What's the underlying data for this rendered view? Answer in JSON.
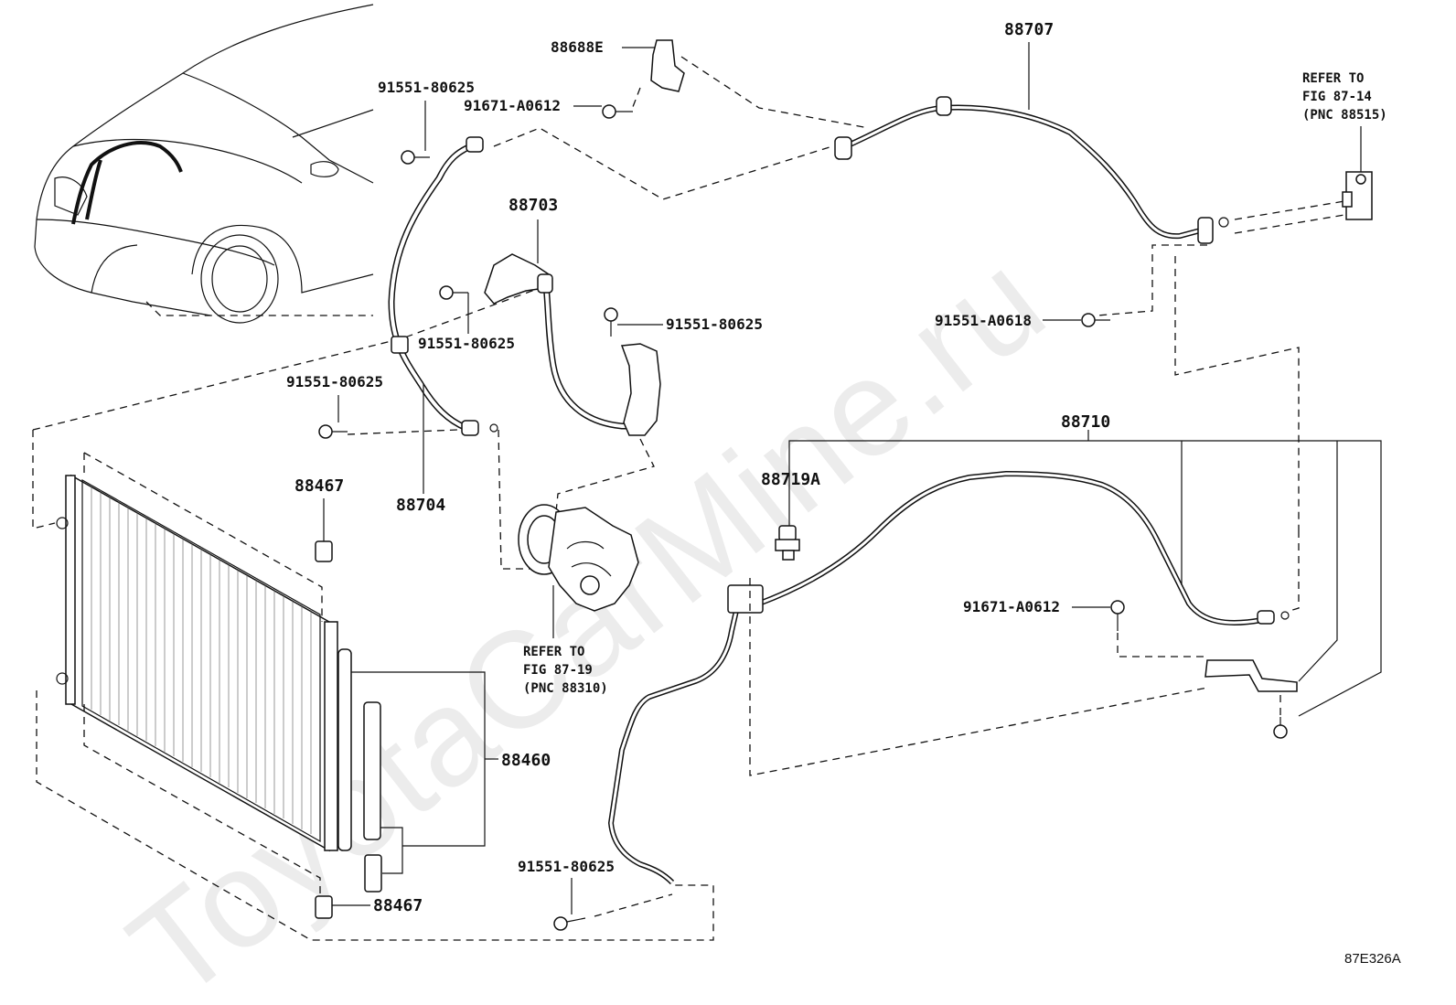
{
  "watermark": "ToyotaCarMine.ru",
  "figure_code": "87E326A",
  "labels": {
    "p88688E": "88688E",
    "p88707": "88707",
    "p91551_80625_a": "91551-80625",
    "p91671_A0612_a": "91671-A0612",
    "p88703": "88703",
    "p91551_80625_b": "91551-80625",
    "p91551_80625_c": "91551-80625",
    "p91551_80625_d": "91551-80625",
    "p91551_A0618": "91551-A0618",
    "p88704": "88704",
    "p88467_a": "88467",
    "p88467_b": "88467",
    "p88460": "88460",
    "p88710": "88710",
    "p88719A": "88719A",
    "p91671_A0612_b": "91671-A0612",
    "p91551_80625_e": "91551-80625"
  },
  "notes": {
    "refer_88515": "REFER TO\nFIG 87-14\n(PNC 88515)",
    "refer_88310": "REFER TO\nFIG 87-19\n(PNC 88310)"
  }
}
